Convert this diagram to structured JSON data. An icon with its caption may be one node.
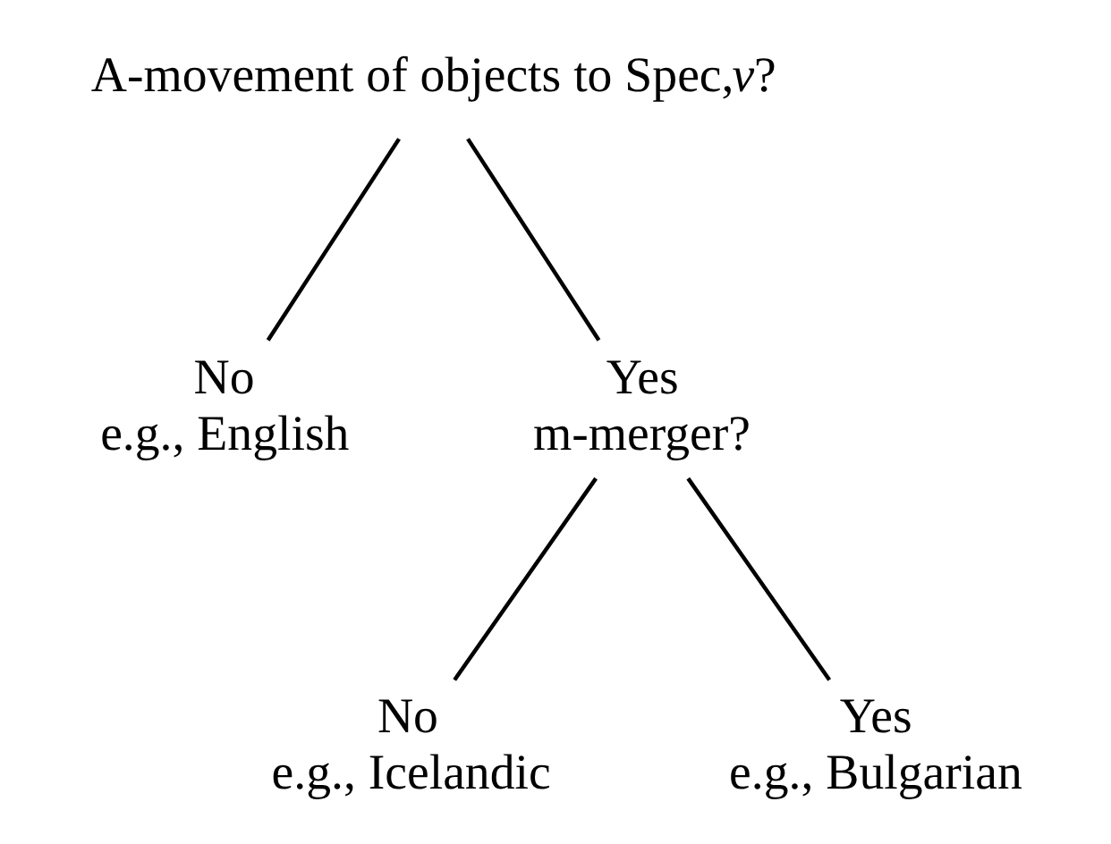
{
  "diagram": {
    "nodes": [
      {
        "text": [
          "A-movement of objects to Spec,*v*?"
        ]
      },
      {
        "text": [
          "No",
          "e.g., English"
        ]
      },
      {
        "text": [
          "Yes",
          "m-merger?"
        ]
      },
      {
        "text": [
          "No",
          "e.g., Icelandic"
        ]
      },
      {
        "text": [
          "Yes",
          "e.g., Bulgarian"
        ]
      }
    ],
    "edges": [
      {
        "from": 0,
        "to": 1,
        "arrow": "none"
      },
      {
        "from": 0,
        "to": 2,
        "arrow": "none"
      },
      {
        "from": 2,
        "to": 3,
        "arrow": "none"
      },
      {
        "from": 2,
        "to": 4,
        "arrow": "none"
      }
    ]
  }
}
